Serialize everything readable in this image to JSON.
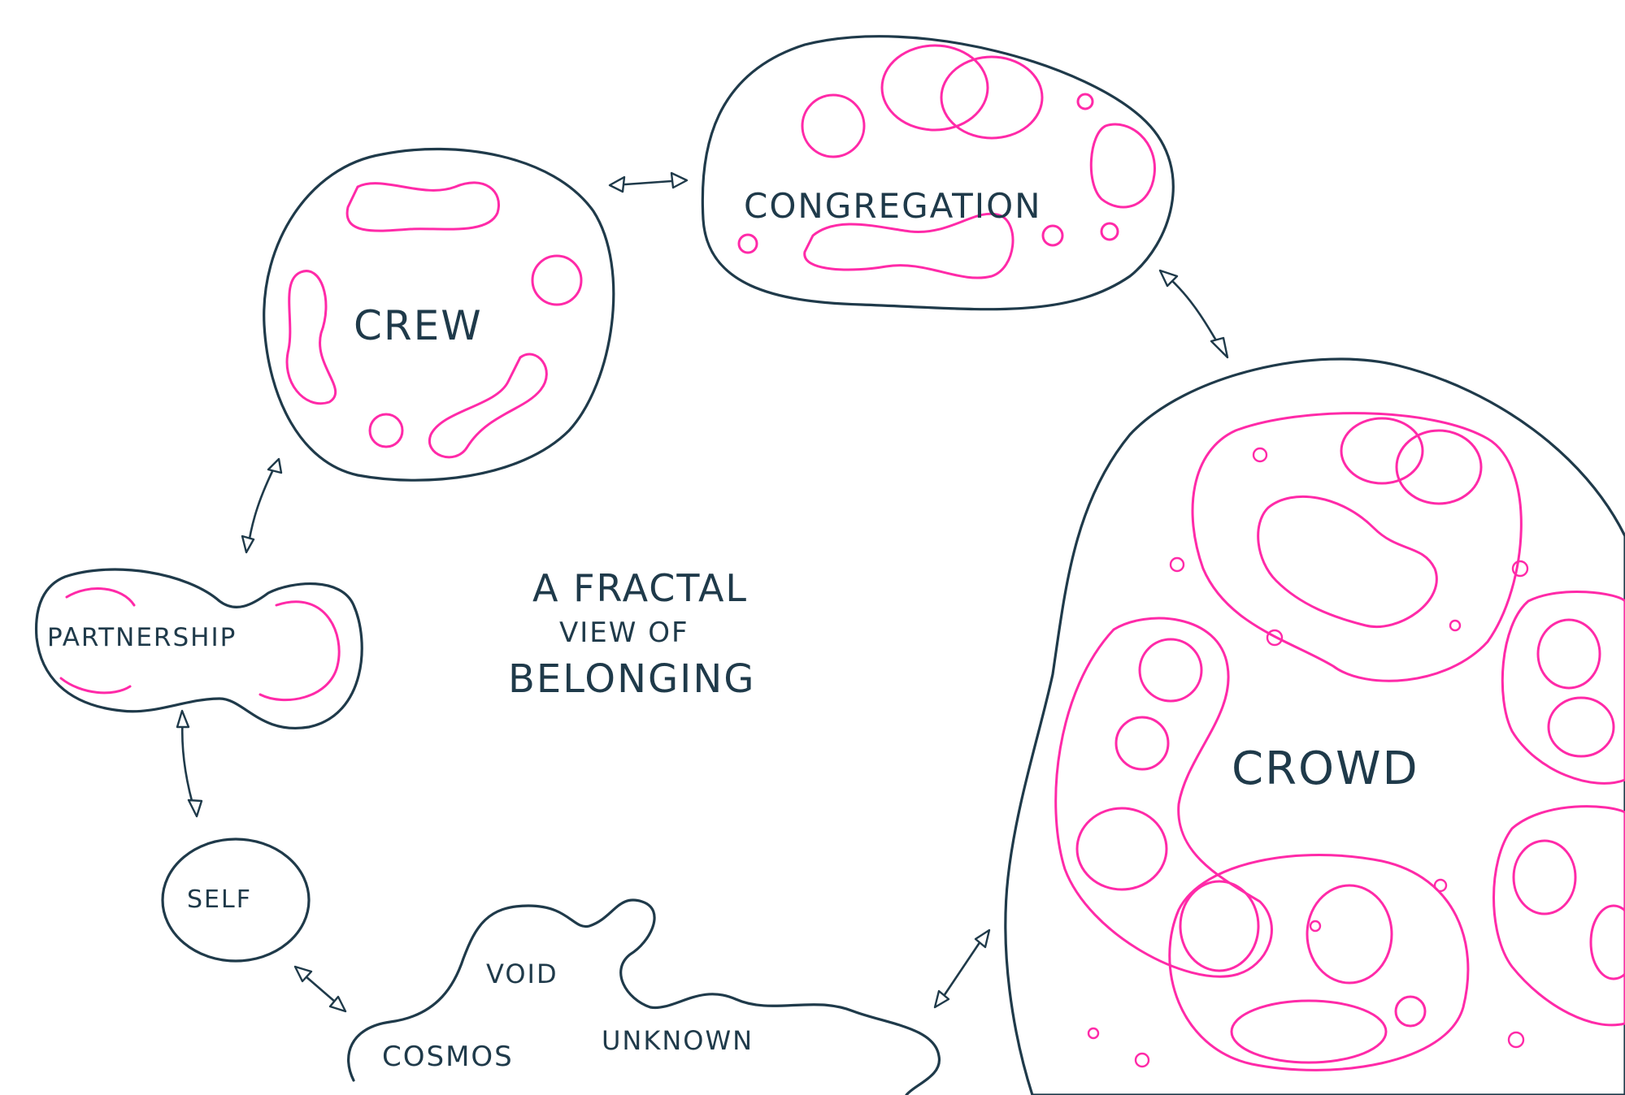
{
  "labels": {
    "crew": "CREW",
    "congregation": "CONGREGATION",
    "crowd": "CROWD",
    "partnership": "PARTNERSHIP",
    "self": "SELF",
    "void": "VOID",
    "cosmos": "COSMOS",
    "unknown": "UNKNOWN",
    "title_line1": "A FRACTAL",
    "title_line2": "VIEW OF",
    "title_line3": "BELONGING"
  },
  "colors": {
    "ink": "#1f3a4a",
    "accent": "#ff2aa8",
    "background": "#ffffff"
  }
}
